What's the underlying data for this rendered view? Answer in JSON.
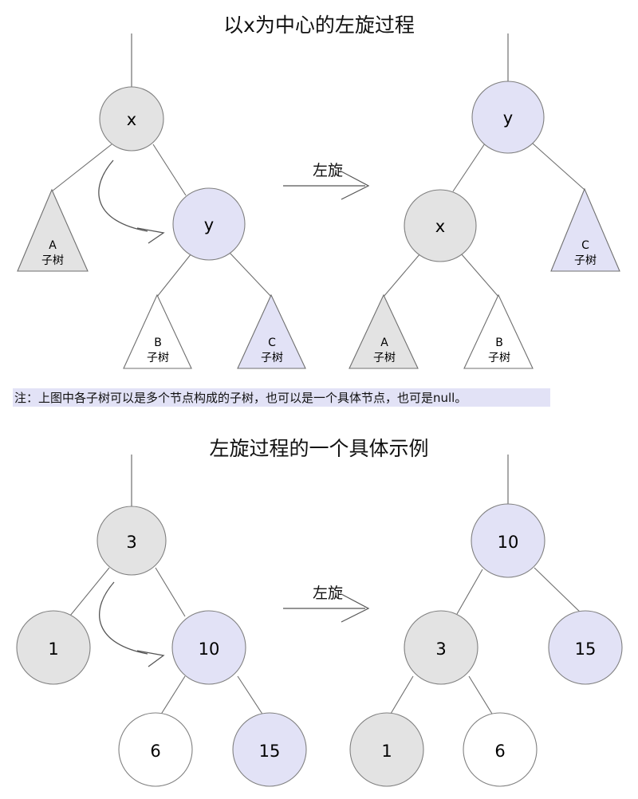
{
  "colors": {
    "node_gray": "#e3e3e3",
    "node_lavender": "#e2e2f6",
    "node_white": "#ffffff",
    "stroke": "#6f6f6f",
    "note_highlight": "#e2e2f6",
    "background": "#ffffff"
  },
  "section_generic": {
    "title": "以x为中心的左旋过程",
    "rotate_label": "左旋",
    "before": {
      "nodes": [
        {
          "id": "x",
          "label": "x",
          "fill": "gray"
        },
        {
          "id": "y",
          "label": "y",
          "fill": "lavender"
        }
      ],
      "subtrees": [
        {
          "id": "A",
          "label": "A",
          "sub": "子树",
          "fill": "gray"
        },
        {
          "id": "B",
          "label": "B",
          "sub": "子树",
          "fill": "white"
        },
        {
          "id": "C",
          "label": "C",
          "sub": "子树",
          "fill": "lavender"
        }
      ]
    },
    "after": {
      "nodes": [
        {
          "id": "y",
          "label": "y",
          "fill": "lavender"
        },
        {
          "id": "x",
          "label": "x",
          "fill": "gray"
        }
      ],
      "subtrees": [
        {
          "id": "A",
          "label": "A",
          "sub": "子树",
          "fill": "gray"
        },
        {
          "id": "B",
          "label": "B",
          "sub": "子树",
          "fill": "white"
        },
        {
          "id": "C",
          "label": "C",
          "sub": "子树",
          "fill": "lavender"
        }
      ]
    }
  },
  "note": {
    "text": "注：上图中各子树可以是多个节点构成的子树，也可以是一个具体节点，也可是null。"
  },
  "section_example": {
    "title": "左旋过程的一个具体示例",
    "rotate_label": "左旋",
    "before": {
      "nodes": [
        {
          "id": "n3",
          "label": "3",
          "fill": "gray"
        },
        {
          "id": "n1",
          "label": "1",
          "fill": "gray"
        },
        {
          "id": "n10",
          "label": "10",
          "fill": "lavender"
        },
        {
          "id": "n6",
          "label": "6",
          "fill": "white"
        },
        {
          "id": "n15",
          "label": "15",
          "fill": "lavender"
        }
      ]
    },
    "after": {
      "nodes": [
        {
          "id": "n10",
          "label": "10",
          "fill": "lavender"
        },
        {
          "id": "n3",
          "label": "3",
          "fill": "gray"
        },
        {
          "id": "n15",
          "label": "15",
          "fill": "lavender"
        },
        {
          "id": "n1",
          "label": "1",
          "fill": "gray"
        },
        {
          "id": "n6",
          "label": "6",
          "fill": "white"
        }
      ]
    }
  }
}
